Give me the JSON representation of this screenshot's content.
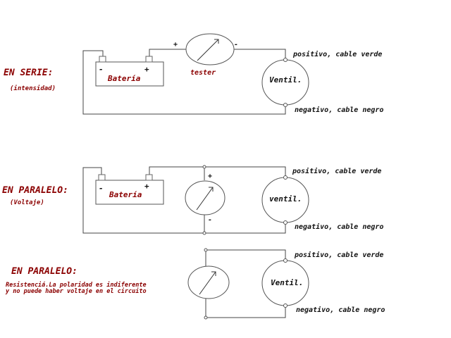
{
  "colors": {
    "heading": "#8b0000",
    "text": "#111111",
    "wire": "#444444"
  },
  "diagrams": [
    {
      "heading": "EN SERIE:",
      "subheading": "(intensidad)",
      "battery_label": "Batería",
      "battery_minus": "-",
      "battery_plus": "+",
      "meter_plus": "+",
      "meter_minus": "-",
      "meter_label": "tester",
      "fan_label": "Ventil.",
      "positive_label": "positivo, cable verde",
      "negative_label": "negativo, cable negro"
    },
    {
      "heading": "EN PARALELO:",
      "subheading": "(Voltaje)",
      "battery_label": "Batería",
      "battery_minus": "-",
      "battery_plus": "+",
      "meter_plus": "+",
      "meter_minus": "-",
      "fan_label": "ventil.",
      "positive_label": "positivo, cable verde",
      "negative_label": "negativo, cable negro"
    },
    {
      "heading": "EN PARALELO:",
      "note_line1": "Resistenciá.La polaridad es indiferente",
      "note_line2": "y no puede haber voltaje en el circuito",
      "fan_label": "Ventil.",
      "positive_label": "positivo, cable verde",
      "negative_label": "negativo, cable negro"
    }
  ]
}
